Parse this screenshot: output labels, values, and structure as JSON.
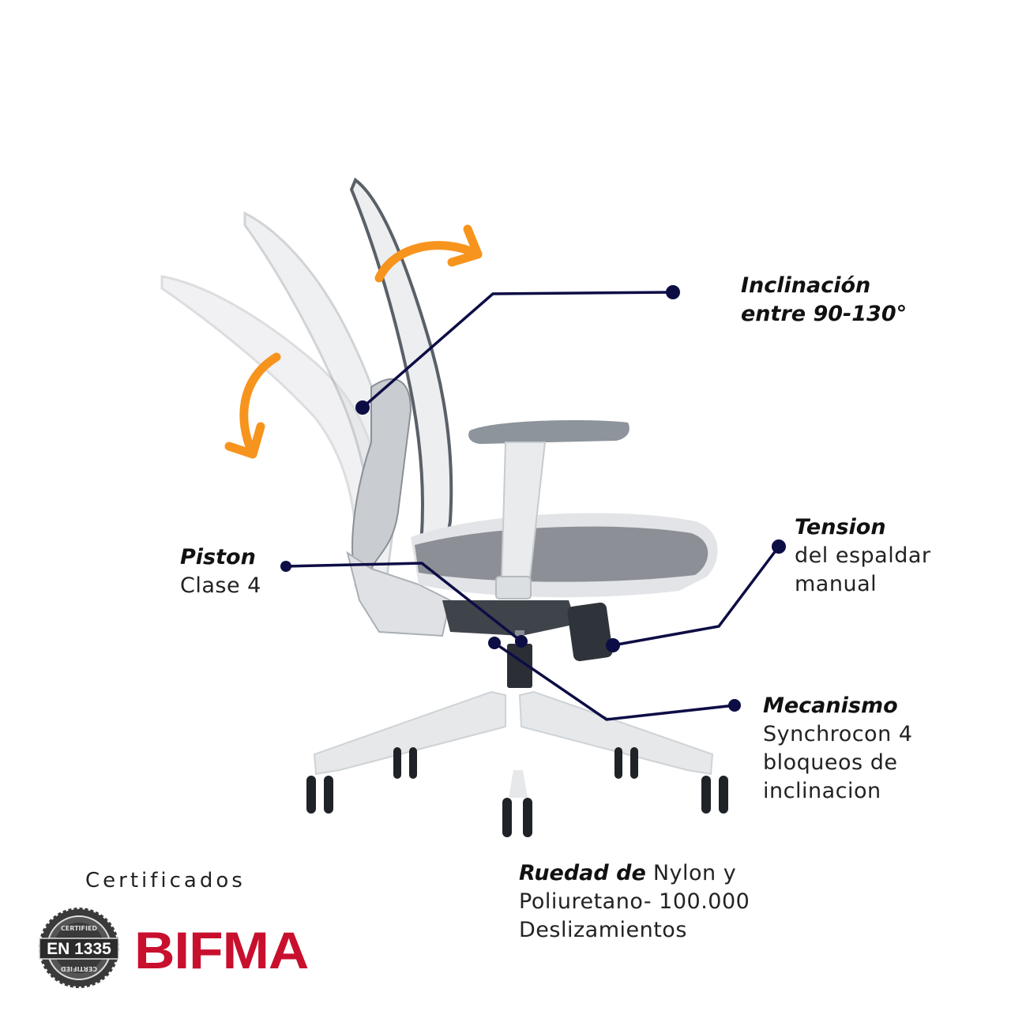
{
  "colors": {
    "accent_orange": "#f7941d",
    "leader_navy": "#0d0d45",
    "bifma_red": "#c8102e",
    "badge_gray": "#3a3a3a",
    "chair_light": "#e4e6e8",
    "chair_mid": "#b8bcc1",
    "chair_dark": "#4a4f56",
    "seat_fabric": "#8c9096"
  },
  "icons": {
    "tilt_arrow_back": "curved-arrow-clockwise",
    "tilt_arrow_forward": "curved-arrow-down",
    "leader_dot": "filled-circle"
  },
  "callouts": {
    "inclinacion": {
      "line1": "Inclinación",
      "line2": "entre 90-130°"
    },
    "tension": {
      "title": "Tension",
      "line1": "del espaldar",
      "line2": "manual"
    },
    "piston": {
      "title": "Piston",
      "line1": "Clase 4"
    },
    "mecanismo": {
      "title": "Mecanismo",
      "line1": "Synchrocon 4",
      "line2": "bloqueos de",
      "line3": "inclinacion"
    },
    "ruedas": {
      "title": "Ruedad de",
      "title_rest": " Nylon y",
      "line1": "Poliuretano- 100.000",
      "line2": "Deslizamientos"
    }
  },
  "certifications": {
    "title": "Certificados",
    "badge": {
      "top": "CERTIFIED",
      "main": "EN 1335",
      "bottom": "CERTIFIED"
    },
    "bifma": "BIFMA"
  }
}
